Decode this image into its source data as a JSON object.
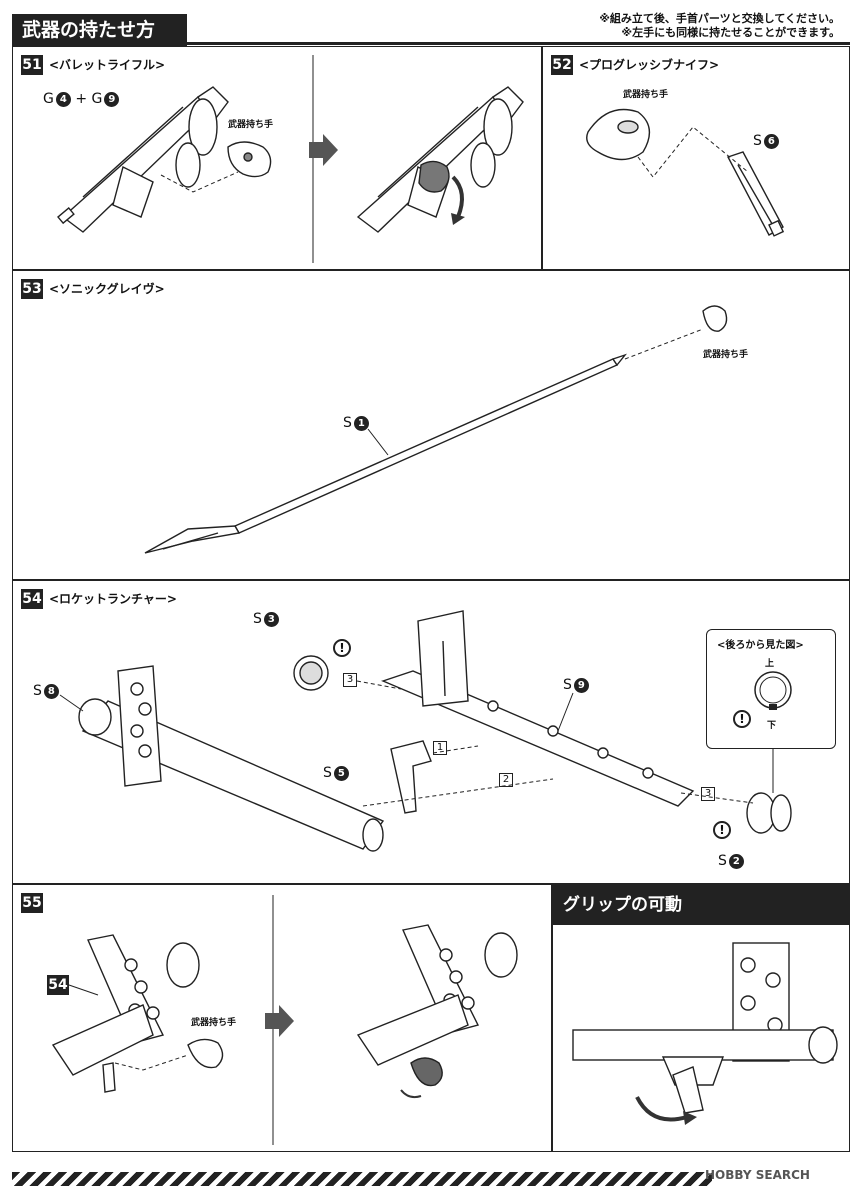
{
  "header": {
    "title": "武器の持たせ方",
    "note1": "※組み立て後、手首パーツと交換してください。",
    "note2": "※左手にも同様に持たせることができます。"
  },
  "step51": {
    "number": "51",
    "title": "<バレットライフル>",
    "part_g": "G",
    "badge_a": "4",
    "plus": "+",
    "badge_b": "9",
    "hand_label": "武器持ち手"
  },
  "step52": {
    "number": "52",
    "title": "<プログレッシブナイフ>",
    "hand_label": "武器持ち手",
    "part": "S",
    "badge": "6"
  },
  "step53": {
    "number": "53",
    "title": "<ソニックグレイヴ>",
    "hand_label": "武器持ち手",
    "part": "S",
    "badge": "1"
  },
  "step54": {
    "number": "54",
    "title": "<ロケットランチャー>",
    "part": "S",
    "badge_s3": "3",
    "badge_s8": "8",
    "badge_s9": "9",
    "badge_s5": "5",
    "badge_s2": "2",
    "order1": "1",
    "order2": "2",
    "order3": "3",
    "excl": "!",
    "rear_view_title": "<後ろから見た図>",
    "up": "上",
    "down": "下"
  },
  "step55": {
    "number": "55",
    "ref": "54",
    "hand_label": "武器持ち手"
  },
  "grip": {
    "title": "グリップの可動"
  },
  "footer": {
    "mark": "HOBBY SEARCH"
  }
}
